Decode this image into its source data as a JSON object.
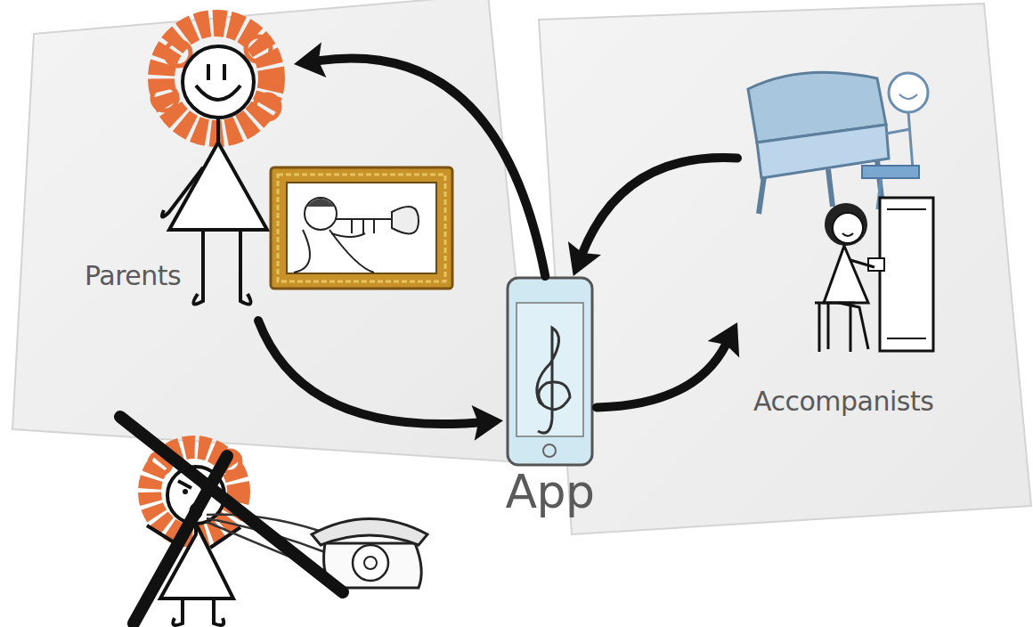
{
  "diagram": {
    "nodes": [
      {
        "text": [
          "Parents"
        ]
      },
      {
        "text": [
          "App"
        ]
      },
      {
        "text": [
          "Accompanists"
        ]
      }
    ],
    "edges": [
      {
        "from": 0,
        "to": 1,
        "arrow": "to"
      },
      {
        "from": 1,
        "to": 0,
        "arrow": "to"
      },
      {
        "from": 2,
        "to": 1,
        "arrow": "to"
      },
      {
        "from": 1,
        "to": 2,
        "arrow": "to"
      }
    ]
  }
}
